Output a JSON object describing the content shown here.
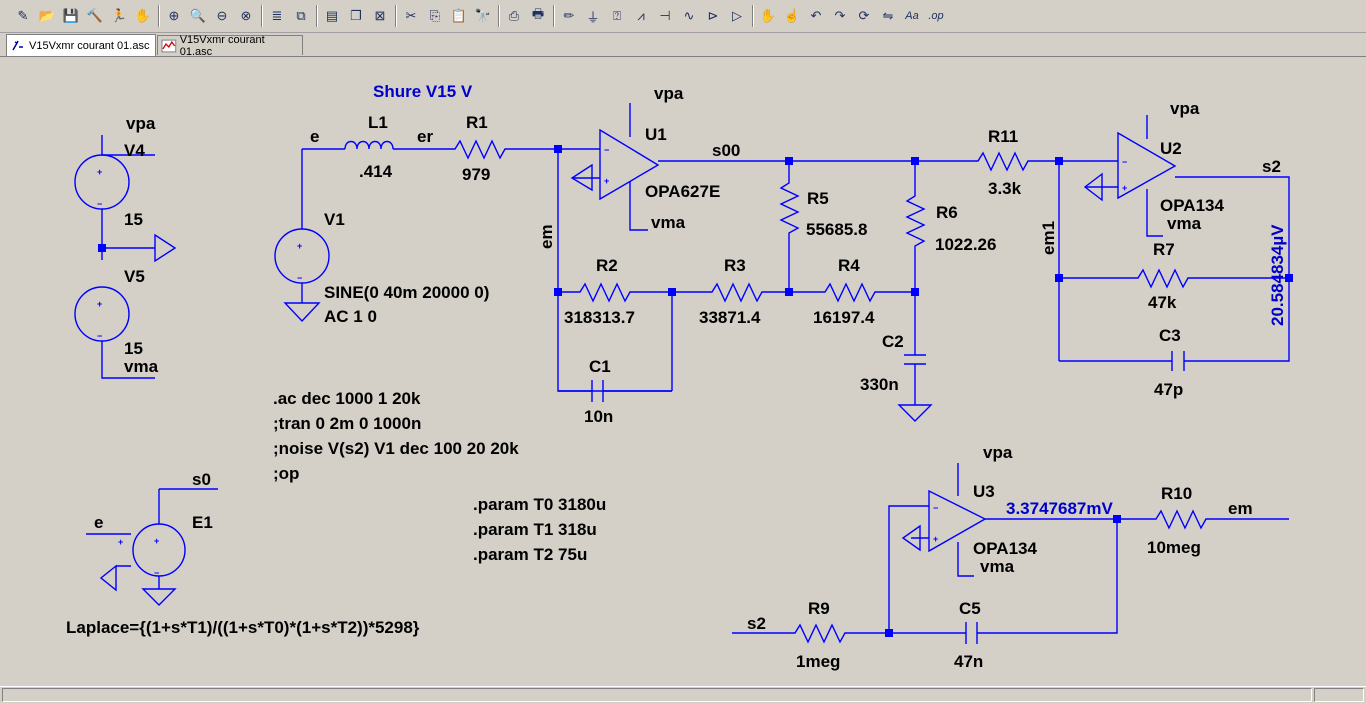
{
  "tabs": [
    {
      "label": "V15Vxmr courant 01.asc",
      "active": true,
      "icon": "schematic-icon"
    },
    {
      "label": "V15Vxmr courant 01.asc",
      "active": false,
      "icon": "waveform-icon"
    }
  ],
  "toolbar": {
    "icons": [
      "new-schematic-icon",
      "open-icon",
      "save-icon",
      "control-panel-icon",
      "run-icon",
      "halt-icon",
      "zoom-in-icon",
      "zoom-pan-icon",
      "zoom-out-icon",
      "zoom-cancel-icon",
      "autorange-icon",
      "reset-trace-icon",
      "tile-windows-icon",
      "cascade-windows-icon",
      "close-window-icon",
      "cut-icon",
      "copy-icon",
      "paste-icon",
      "find-icon",
      "print-setup-icon",
      "print-icon",
      "wire-icon",
      "ground-icon",
      "label-net-icon",
      "resistor-icon",
      "capacitor-icon",
      "inductor-icon",
      "diode-icon",
      "component-icon",
      "move-icon",
      "drag-icon",
      "undo-icon",
      "redo-icon",
      "rotate-icon",
      "mirror-icon",
      "text-icon",
      "spice-directive-icon"
    ],
    "glyphs": {
      "text": "Aa",
      "spice": ".op"
    }
  },
  "colors": {
    "wire": "#0000ff",
    "text": "#000000",
    "probe": "#0000cc",
    "background": "#d4d0c8"
  },
  "schematic": {
    "title": "Shure V15 V",
    "texts": {
      "vpa_v4": "vpa",
      "v4": "V4",
      "v4_val": "15",
      "v5": "V5",
      "v5_val": "15",
      "vma_v5": "vma",
      "e_l1": "e",
      "l1": "L1",
      "l1_val": ".414",
      "er": "er",
      "r1": "R1",
      "r1_val": "979",
      "v1": "V1",
      "v1_sine": "SINE(0 40m 20000 0)",
      "v1_ac": "AC 1 0",
      "vpa_u1": "vpa",
      "u1": "U1",
      "s00": "s00",
      "u1_model": "OPA627E",
      "vma_u1": "vma",
      "em": "em",
      "r2": "R2",
      "r2_val": "318313.7",
      "c1": "C1",
      "c1_val": "10n",
      "r3": "R3",
      "r3_val": "33871.4",
      "r5": "R5",
      "r5_val": "55685.8",
      "r4": "R4",
      "r4_val": "16197.4",
      "r6": "R6",
      "r6_val": "1022.26",
      "c2": "C2",
      "c2_val": "330n",
      "r11": "R11",
      "r11_val": "3.3k",
      "vpa_u2": "vpa",
      "u2": "U2",
      "s2": "s2",
      "u2_model": "OPA134",
      "vma_u2": "vma",
      "em1": "em1",
      "r7": "R7",
      "r7_val": "47k",
      "c3": "C3",
      "c3_val": "47p",
      "probe_s2": "20.584834µV",
      "dir_ac": ".ac dec 1000 1 20k",
      "dir_tran": ";tran 0 2m 0 1000n",
      "dir_noise": ";noise V(s2) V1 dec 100 20 20k",
      "dir_op": ";op",
      "s0": "s0",
      "e_e1": "e",
      "e1": "E1",
      "laplace": "Laplace={(1+s*T1)/((1+s*T0)*(1+s*T2))*5298}",
      "param_t0": ".param T0 3180u",
      "param_t1": ".param T1 318u",
      "param_t2": ".param T2 75u",
      "vpa_u3": "vpa",
      "u3": "U3",
      "probe_u3": "3.3747687mV",
      "r10": "R10",
      "em_r10": "em",
      "r10_val": "10meg",
      "u3_model": "OPA134",
      "vma_u3": "vma",
      "s2_r9": "s2",
      "r9": "R9",
      "r9_val": "1meg",
      "c5": "C5",
      "c5_val": "47n"
    }
  }
}
